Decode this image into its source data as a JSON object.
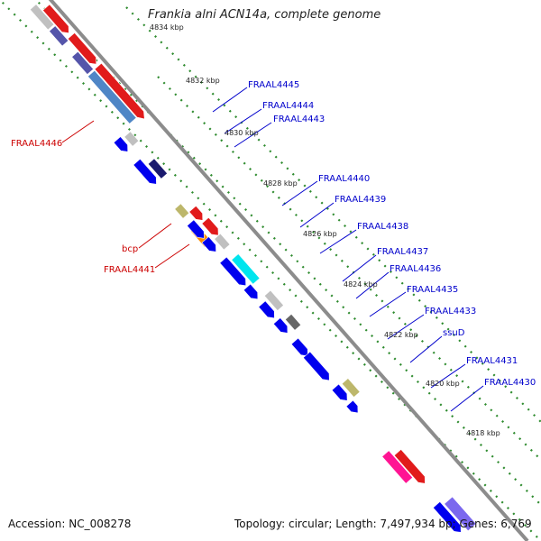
{
  "title": "Frankia alni ACN14a, complete genome",
  "footer": {
    "accession": "Accession: NC_008278",
    "topology": "Topology: circular; Length: 7,497,934 bp; Genes: 6,769"
  },
  "colors": {
    "backbone": "#8c8c8c",
    "tick": "#2e8b2e",
    "label_blue": "#0000cc",
    "label_red": "#cc0000"
  },
  "kbp_ticks": [
    {
      "id": "4834",
      "text": "4834 kbp"
    },
    {
      "id": "4832",
      "text": "4832 kbp"
    },
    {
      "id": "4830",
      "text": "4830 kbp"
    },
    {
      "id": "4828",
      "text": "4828 kbp"
    },
    {
      "id": "4826",
      "text": "4826 kbp"
    },
    {
      "id": "4824",
      "text": "4824 kbp"
    },
    {
      "id": "4822",
      "text": "4822 kbp"
    },
    {
      "id": "4820",
      "text": "4820 kbp"
    },
    {
      "id": "4818",
      "text": "4818 kbp"
    }
  ],
  "gene_labels": [
    {
      "id": "FRAAL4445",
      "text": "FRAAL4445",
      "color": "#0000cc"
    },
    {
      "id": "FRAAL4444",
      "text": "FRAAL4444",
      "color": "#0000cc"
    },
    {
      "id": "FRAAL4443",
      "text": "FRAAL4443",
      "color": "#0000cc"
    },
    {
      "id": "FRAAL4446",
      "text": "FRAAL4446",
      "color": "#cc0000"
    },
    {
      "id": "FRAAL4440",
      "text": "FRAAL4440",
      "color": "#0000cc"
    },
    {
      "id": "FRAAL4439",
      "text": "FRAAL4439",
      "color": "#0000cc"
    },
    {
      "id": "FRAAL4438",
      "text": "FRAAL4438",
      "color": "#0000cc"
    },
    {
      "id": "bcp",
      "text": "bcp",
      "color": "#cc0000"
    },
    {
      "id": "FRAAL4441",
      "text": "FRAAL4441",
      "color": "#cc0000"
    },
    {
      "id": "FRAAL4437",
      "text": "FRAAL4437",
      "color": "#0000cc"
    },
    {
      "id": "FRAAL4436",
      "text": "FRAAL4436",
      "color": "#0000cc"
    },
    {
      "id": "FRAAL4435",
      "text": "FRAAL4435",
      "color": "#0000cc"
    },
    {
      "id": "FRAAL4433",
      "text": "FRAAL4433",
      "color": "#0000cc"
    },
    {
      "id": "ssuD",
      "text": "ssuD",
      "color": "#0000cc"
    },
    {
      "id": "FRAAL4431",
      "text": "FRAAL4431",
      "color": "#0000cc"
    },
    {
      "id": "FRAAL4430",
      "text": "FRAAL4430",
      "color": "#0000cc"
    }
  ]
}
